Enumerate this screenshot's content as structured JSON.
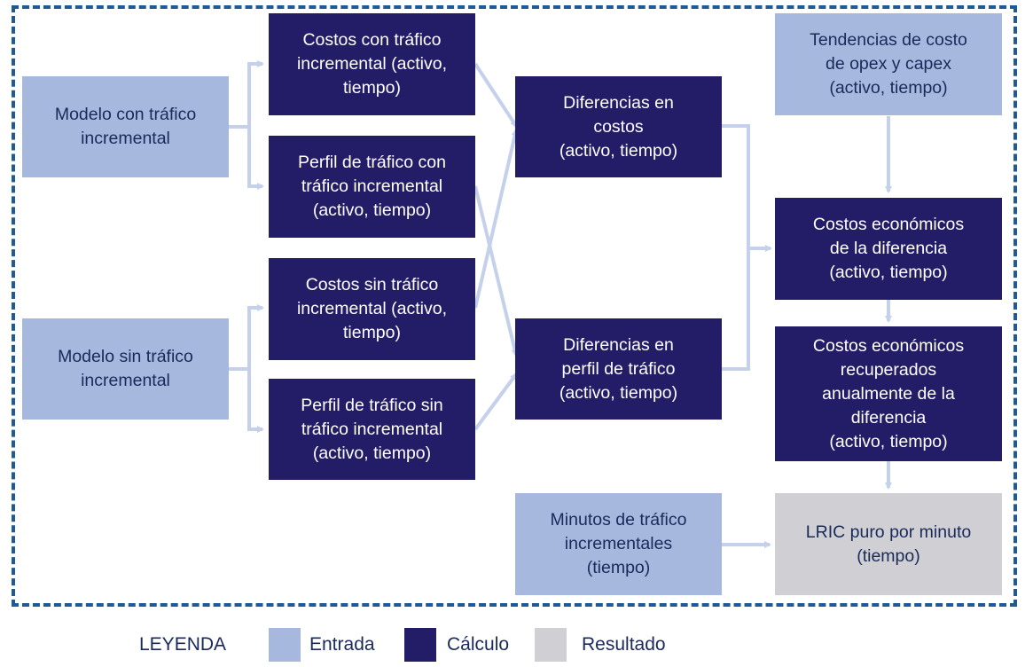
{
  "nodes": {
    "modelo_con": "Modelo con tráfico\nincremental",
    "modelo_sin": "Modelo sin tráfico\nincremental",
    "costos_con": "Costos con tráfico\nincremental (activo,\ntiempo)",
    "perfil_con": "Perfil de tráfico con\ntráfico incremental\n(activo, tiempo)",
    "costos_sin": "Costos sin tráfico\nincremental (activo,\ntiempo)",
    "perfil_sin": "Perfil de tráfico sin\ntráfico incremental\n(activo, tiempo)",
    "dif_costos": "Diferencias en\ncostos\n(activo, tiempo)",
    "dif_perfil": "Diferencias en\nperfil de tráfico\n(activo, tiempo)",
    "minutos": "Minutos de tráfico\nincrementales\n(tiempo)",
    "tendencias": "Tendencias de costo\nde opex y capex\n(activo, tiempo)",
    "costos_econ": "Costos económicos\nde la diferencia\n(activo, tiempo)",
    "costos_recup": "Costos económicos\nrecuperados\nanualmente de la\ndiferencia\n(activo, tiempo)",
    "lric": "LRIC puro por minuto\n(tiempo)"
  },
  "legend": {
    "title": "LEYENDA",
    "entrada": "Entrada",
    "calculo": "Cálculo",
    "resultado": "Resultado"
  },
  "colors": {
    "entrada": "#a6b8de",
    "calculo": "#231d67",
    "resultado": "#cfcfd4",
    "arrow": "#c5d0ea",
    "frame": "#1e5a96"
  }
}
